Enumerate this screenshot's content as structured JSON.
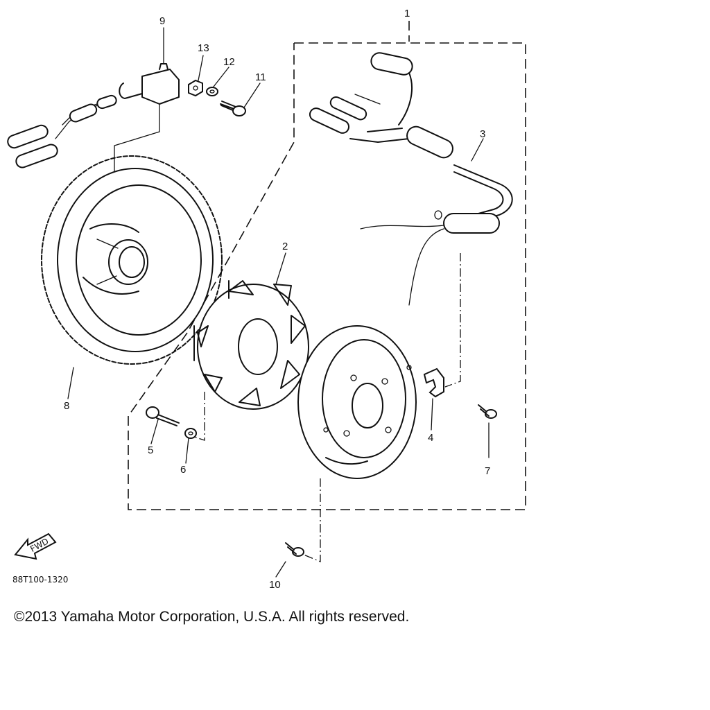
{
  "callouts": {
    "c1": "1",
    "c2": "2",
    "c3": "3",
    "c4": "4",
    "c5": "5",
    "c6": "6",
    "c7": "7",
    "c8": "8",
    "c9": "9",
    "c10": "10",
    "c11": "11",
    "c12": "12",
    "c13": "13"
  },
  "fwd_label": "FWD",
  "diagram_code": "88T100-1320",
  "copyright": "©2013 Yamaha Motor Corporation, U.S.A. All rights reserved."
}
